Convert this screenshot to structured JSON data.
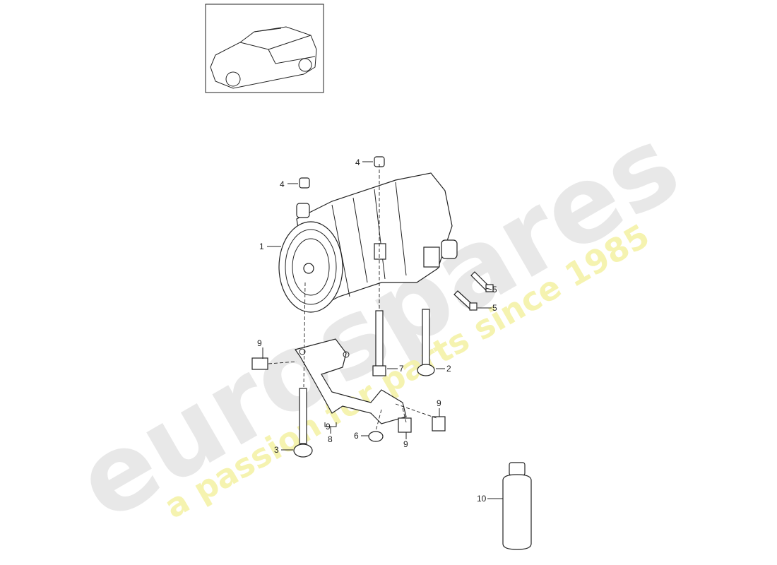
{
  "watermark": {
    "brand": "eurospares",
    "tagline": "a passion for parts since 1985",
    "brand_color": "#d8d8d8",
    "tagline_color": "#f3f0a0"
  },
  "thumbnail": {
    "icon": "vehicle-suv-thumbnail-icon"
  },
  "callouts": [
    {
      "id": "c4a",
      "label": "4"
    },
    {
      "id": "c4b",
      "label": "4"
    },
    {
      "id": "c1",
      "label": "1"
    },
    {
      "id": "c5a",
      "label": "5"
    },
    {
      "id": "c5b",
      "label": "5"
    },
    {
      "id": "c2",
      "label": "2"
    },
    {
      "id": "c7",
      "label": "7"
    },
    {
      "id": "c9a",
      "label": "9"
    },
    {
      "id": "c9b",
      "label": "9"
    },
    {
      "id": "c8",
      "label": "8"
    },
    {
      "id": "c3",
      "label": "3"
    },
    {
      "id": "c6",
      "label": "6"
    },
    {
      "id": "c9c",
      "label": "9"
    },
    {
      "id": "c9d",
      "label": "9"
    },
    {
      "id": "c10",
      "label": "10"
    }
  ]
}
